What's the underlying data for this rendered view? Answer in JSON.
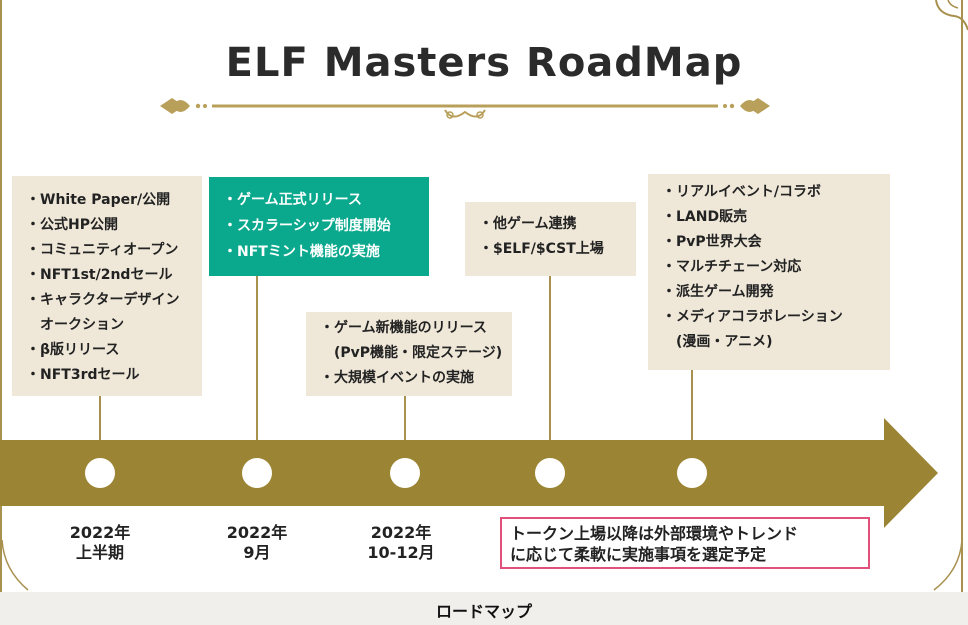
{
  "title": "ELF Masters RoadMap",
  "colors": {
    "gold": "#a8904f",
    "arrow": "#9b8534",
    "box_bg": "#efe8d9",
    "teal": "#0aa98e",
    "note_border": "#e0507a",
    "caption_bg": "#f1efec"
  },
  "milestones": [
    {
      "date_line1": "2022年",
      "date_line2": "上半期",
      "items": [
        "・White Paper/公開",
        "・公式HP公開",
        "・コミュニティオープン",
        "・NFT1st/2ndセール",
        "・キャラクターデザイン",
        "　オークション",
        "・β版リリース",
        "・NFT3rdセール"
      ]
    },
    {
      "date_line1": "2022年",
      "date_line2": "9月",
      "items": [
        "・ゲーム正式リリース",
        "・スカラーシップ制度開始",
        "・NFTミント機能の実施"
      ]
    },
    {
      "date_line1": "2022年",
      "date_line2": "10-12月",
      "items": [
        "・ゲーム新機能のリリース",
        "　(PvP機能・限定ステージ)",
        "・大規模イベントの実施"
      ]
    },
    {
      "items": [
        "・他ゲーム連携",
        "・$ELF/$CST上場"
      ]
    },
    {
      "items": [
        "・リアルイベント/コラボ",
        "・LAND販売",
        "・PvP世界大会",
        "・マルチチェーン対応",
        "・派生ゲーム開発",
        "・メディアコラボレーション",
        "　(漫画・アニメ)"
      ]
    }
  ],
  "note_line1": "トークン上場以降は外部環境やトレンド",
  "note_line2": "に応じて柔軟に実施事項を選定予定",
  "caption": "ロードマップ"
}
